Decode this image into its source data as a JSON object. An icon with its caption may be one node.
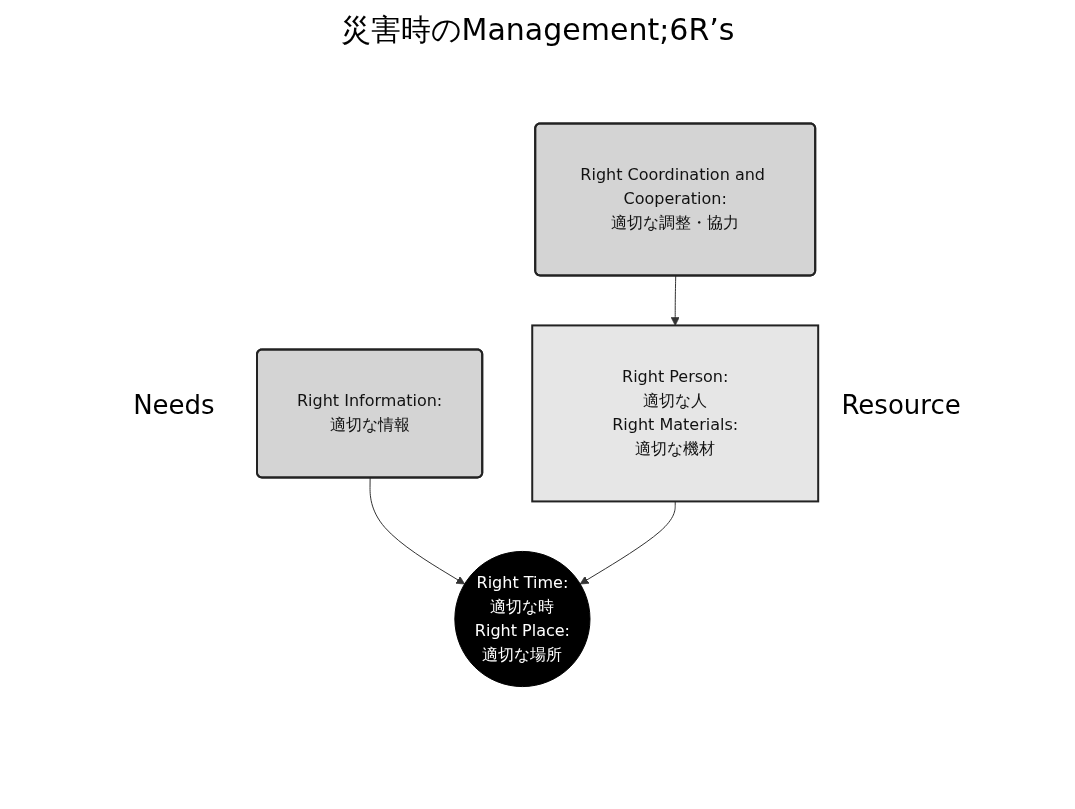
{
  "diagram": {
    "title": "災害時のManagement;6R’s",
    "nodes": [
      {
        "text": [
          "Right Information:",
          "適切な情報"
        ]
      },
      {
        "text": [
          "Right Coordination and Cooperation:",
          "適切な調整・協力"
        ]
      },
      {
        "text": [
          "Right Time:",
          "適切な時",
          "Right Place:",
          "適切な場所"
        ]
      },
      {
        "text": [
          "Right Person:",
          "適切な人",
          "Right Materials:",
          "適切な機材"
        ]
      }
    ],
    "edges": [
      {
        "from": 0,
        "to": 2,
        "arrow": "to"
      },
      {
        "from": 1,
        "to": 3,
        "arrow": "to"
      },
      {
        "from": 3,
        "to": 2,
        "arrow": "to"
      }
    ],
    "labels": [
      "Needs",
      "Resource"
    ]
  }
}
